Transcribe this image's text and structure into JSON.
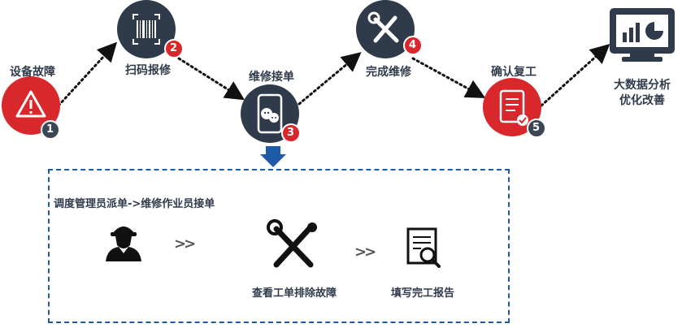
{
  "steps": [
    {
      "number": "1",
      "label": "设备故障",
      "color": "#d9282c"
    },
    {
      "number": "2",
      "label": "扫码报修",
      "color": "#d9282c"
    },
    {
      "number": "3",
      "label": "维修接单",
      "color": "#d9282c"
    },
    {
      "number": "4",
      "label": "完成维修",
      "color": "#d9282c"
    },
    {
      "number": "5",
      "label": "确认复工",
      "color": "#d9282c"
    }
  ],
  "final": {
    "line1": "大数据分析",
    "line2": "优化改善"
  },
  "detail": {
    "title": "调度管理员派单->维修作业员接单",
    "arrow1": ">>",
    "arrow2": ">>",
    "task1": "查看工单排除故障",
    "task2": "填写完工报告"
  },
  "colors": {
    "red": "#d9282c",
    "dark": "#2f3b4b",
    "badge_dark": "#3c4756",
    "blue": "#1f5aa6"
  },
  "icons": {
    "step1": "warning-icon",
    "step2": "barcode-scan-icon",
    "step3": "wechat-phone-icon",
    "step4": "wrench-screwdriver-icon",
    "step5": "checklist-icon",
    "final": "monitor-chart-icon",
    "worker": "worker-helmet-icon",
    "tools": "wrench-screwdriver-icon",
    "report": "report-magnifier-icon"
  }
}
